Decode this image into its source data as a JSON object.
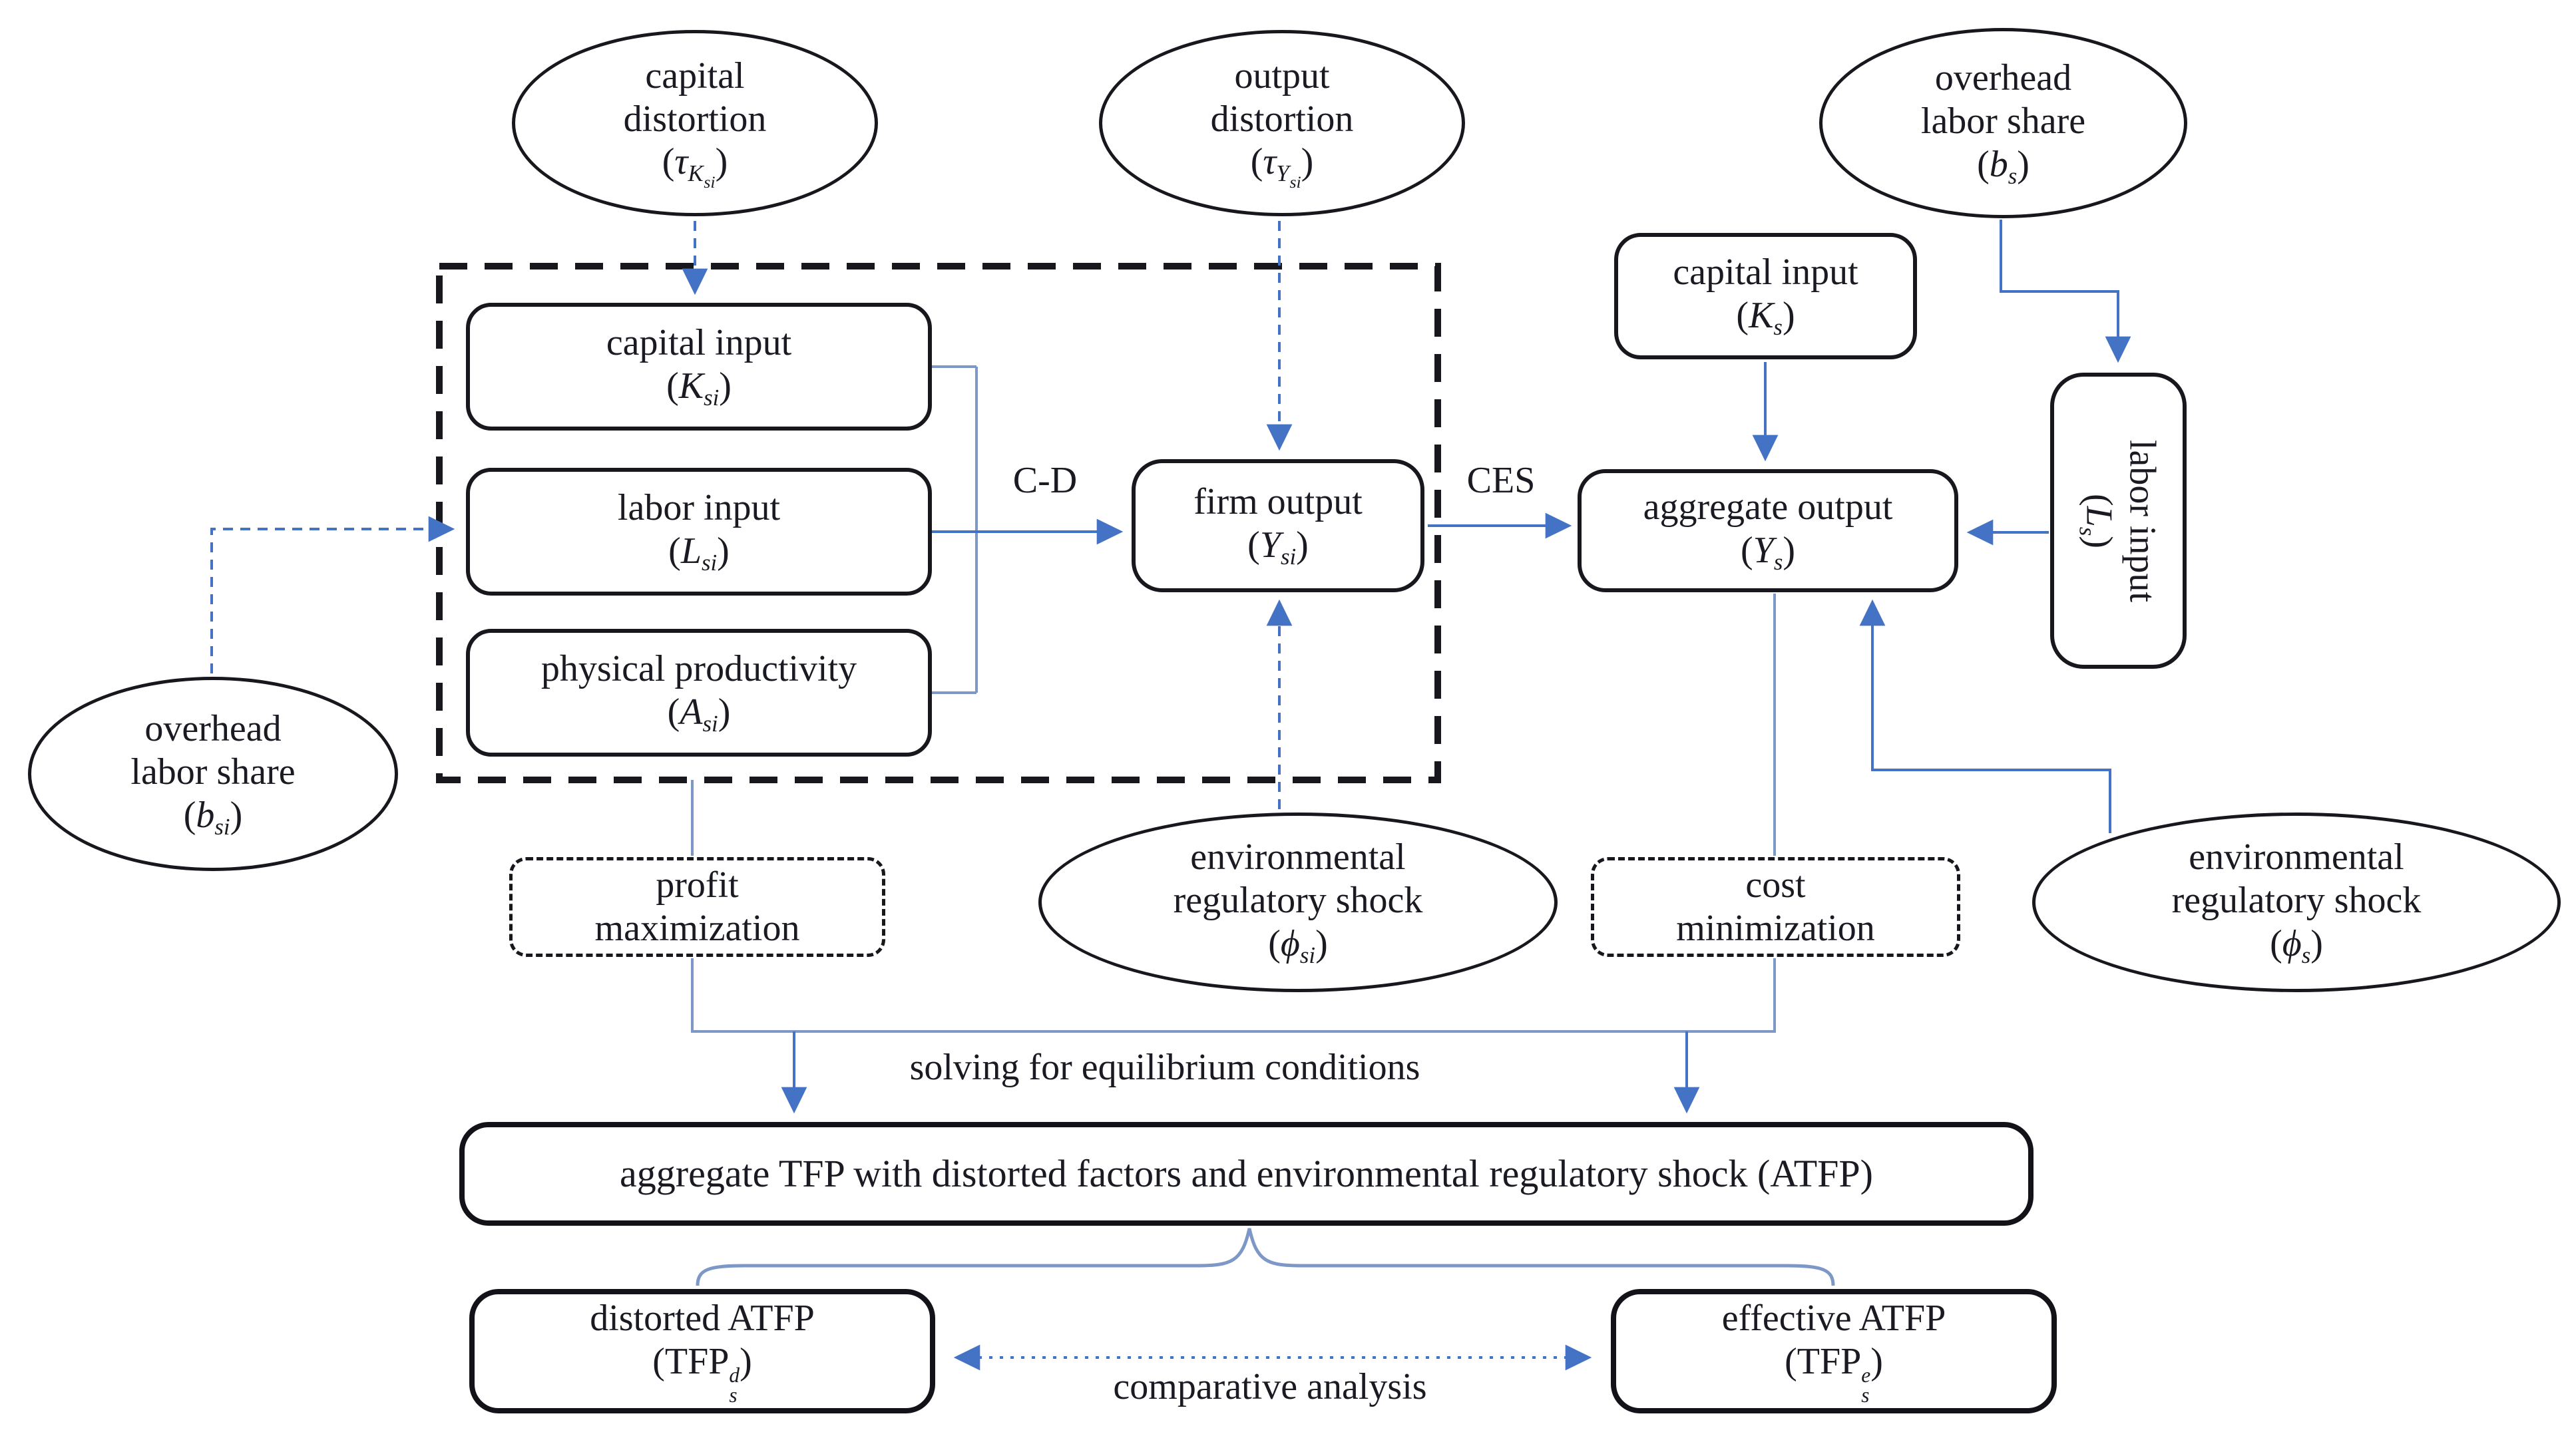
{
  "diagram": {
    "colors": {
      "arrow_blue": "#4472c4",
      "light_line_blue": "#7d97c6",
      "shape_border": "#17171d",
      "text": "#1a1a22",
      "background": "#ffffff"
    },
    "nodes": {
      "capital_distortion": {
        "lines": [
          "capital",
          "distortion"
        ],
        "math": [
          {
            "t": "(",
            "s": "n"
          },
          {
            "t": "τ",
            "s": "i"
          },
          {
            "t": "K",
            "s": "isub"
          },
          {
            "t": "si",
            "s": "isubsub"
          },
          {
            "t": ")",
            "s": "n"
          }
        ]
      },
      "output_distortion": {
        "lines": [
          "output",
          "distortion"
        ],
        "math": [
          {
            "t": "(",
            "s": "n"
          },
          {
            "t": "τ",
            "s": "i"
          },
          {
            "t": "Y",
            "s": "isub"
          },
          {
            "t": "si",
            "s": "isubsub"
          },
          {
            "t": ")",
            "s": "n"
          }
        ]
      },
      "overhead_labor_share_s": {
        "lines": [
          "overhead",
          "labor share"
        ],
        "math": [
          {
            "t": "(",
            "s": "n"
          },
          {
            "t": "b",
            "s": "i"
          },
          {
            "t": "s",
            "s": "isub"
          },
          {
            "t": ")",
            "s": "n"
          }
        ]
      },
      "overhead_labor_share_si": {
        "lines": [
          "overhead",
          "labor share"
        ],
        "math": [
          {
            "t": "(",
            "s": "n"
          },
          {
            "t": "b",
            "s": "i"
          },
          {
            "t": "si",
            "s": "isub"
          },
          {
            "t": ")",
            "s": "n"
          }
        ]
      },
      "env_shock_si": {
        "lines": [
          "environmental",
          "regulatory shock"
        ],
        "math": [
          {
            "t": "(",
            "s": "n"
          },
          {
            "t": "ϕ",
            "s": "i"
          },
          {
            "t": "si",
            "s": "isub"
          },
          {
            "t": ")",
            "s": "n"
          }
        ]
      },
      "env_shock_s": {
        "lines": [
          "environmental",
          "regulatory shock"
        ],
        "math": [
          {
            "t": "(",
            "s": "n"
          },
          {
            "t": "ϕ",
            "s": "i"
          },
          {
            "t": "s",
            "s": "isub"
          },
          {
            "t": ")",
            "s": "n"
          }
        ]
      },
      "capital_input_si": {
        "lines": [
          "capital input"
        ],
        "math": [
          {
            "t": "(",
            "s": "n"
          },
          {
            "t": "K",
            "s": "i"
          },
          {
            "t": "si",
            "s": "isub"
          },
          {
            "t": ")",
            "s": "n"
          }
        ]
      },
      "labor_input_si": {
        "lines": [
          "labor input"
        ],
        "math": [
          {
            "t": "(",
            "s": "n"
          },
          {
            "t": "L",
            "s": "i"
          },
          {
            "t": "si",
            "s": "isub"
          },
          {
            "t": ")",
            "s": "n"
          }
        ]
      },
      "physical_productivity": {
        "lines": [
          "physical productivity"
        ],
        "math": [
          {
            "t": "(",
            "s": "n"
          },
          {
            "t": "A",
            "s": "i"
          },
          {
            "t": "si",
            "s": "isub"
          },
          {
            "t": ")",
            "s": "n"
          }
        ]
      },
      "firm_output": {
        "lines": [
          "firm output"
        ],
        "math": [
          {
            "t": "(",
            "s": "n"
          },
          {
            "t": "Y",
            "s": "i"
          },
          {
            "t": "si",
            "s": "isub"
          },
          {
            "t": ")",
            "s": "n"
          }
        ]
      },
      "aggregate_output": {
        "lines": [
          "aggregate output"
        ],
        "math": [
          {
            "t": "(",
            "s": "n"
          },
          {
            "t": "Y",
            "s": "i"
          },
          {
            "t": "s",
            "s": "isub"
          },
          {
            "t": ")",
            "s": "n"
          }
        ]
      },
      "capital_input_s": {
        "lines": [
          "capital input"
        ],
        "math": [
          {
            "t": "(",
            "s": "n"
          },
          {
            "t": "K",
            "s": "i"
          },
          {
            "t": "s",
            "s": "isub"
          },
          {
            "t": ")",
            "s": "n"
          }
        ]
      },
      "labor_input_s": {
        "lines": [
          "labor input"
        ],
        "math": [
          {
            "t": "(",
            "s": "n"
          },
          {
            "t": "L",
            "s": "i"
          },
          {
            "t": "s",
            "s": "isub"
          },
          {
            "t": ")",
            "s": "n"
          }
        ]
      },
      "profit_maximization": {
        "lines": [
          "profit",
          "maximization"
        ],
        "math": []
      },
      "cost_minimization": {
        "lines": [
          "cost",
          "minimization"
        ],
        "math": []
      },
      "atfp": {
        "lines": [
          "aggregate TFP with distorted factors and environmental regulatory shock (ATFP)"
        ],
        "math": []
      },
      "distorted_atfp": {
        "lines": [
          "distorted ATFP"
        ],
        "math": [
          {
            "t": "(",
            "s": "n"
          },
          {
            "t": "TFP",
            "s": "n"
          },
          {
            "s": "stack",
            "sup": "d",
            "sub": "s"
          },
          {
            "t": ")",
            "s": "n"
          }
        ]
      },
      "effective_atfp": {
        "lines": [
          "effective ATFP"
        ],
        "math": [
          {
            "t": "(",
            "s": "n"
          },
          {
            "t": "TFP",
            "s": "n"
          },
          {
            "s": "stack",
            "sup": "e",
            "sub": "s"
          },
          {
            "t": ")",
            "s": "n"
          }
        ]
      }
    },
    "edge_labels": {
      "cobb_douglas": "C-D",
      "ces": "CES",
      "solving": "solving for equilibrium conditions",
      "comparative": "comparative analysis"
    }
  }
}
